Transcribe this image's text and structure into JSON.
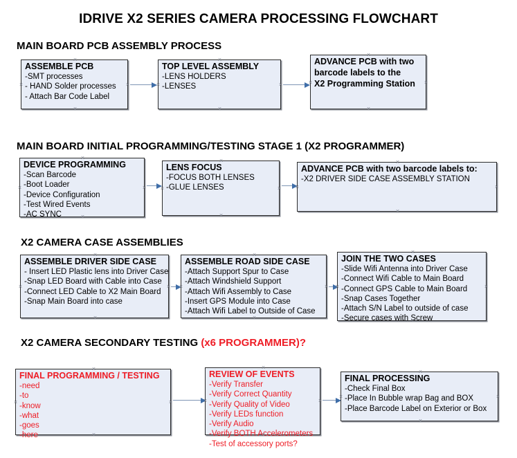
{
  "document": {
    "title": "IDRIVE X2  SERIES CAMERA PROCESSING FLOWCHART",
    "accent_color": "#ee1c25",
    "node_fill": "#e8edf7",
    "node_border": "#2b2b2b",
    "connector_color": "#7e95b4"
  },
  "sections": [
    {
      "header": "MAIN BOARD PCB ASSEMBLY PROCESS",
      "header_accent": "",
      "nodes": [
        {
          "title": "ASSEMBLE PCB",
          "lines": [
            "-SMT processes",
            "- HAND Solder processes",
            "- Attach Bar Code Label"
          ]
        },
        {
          "title": "TOP LEVEL ASSEMBLY",
          "lines": [
            "-LENS HOLDERS",
            "-LENSES"
          ]
        },
        {
          "title": "ADVANCE PCB with two",
          "lines": [
            "barcode labels to the",
            " X2 Programming Station"
          ]
        }
      ]
    },
    {
      "header": "MAIN BOARD INITIAL PROGRAMMING/TESTING STAGE 1 (X2 PROGRAMMER)",
      "header_accent": "",
      "nodes": [
        {
          "title": "DEVICE PROGRAMMING",
          "lines": [
            "-Scan Barcode",
            "-Boot Loader",
            "-Device Configuration",
            "-Test Wired Events",
            "-AC SYNC"
          ]
        },
        {
          "title": "LENS FOCUS",
          "lines": [
            "-FOCUS BOTH LENSES",
            "-GLUE LENSES"
          ]
        },
        {
          "title": "ADVANCE PCB with two barcode labels to:",
          "lines": [
            "-X2 DRIVER  SIDE  CASE  ASSEMBLY STATION"
          ]
        }
      ]
    },
    {
      "header": "X2 CAMERA CASE ASSEMBLIES",
      "header_accent": "",
      "nodes": [
        {
          "title": "ASSEMBLE DRIVER SIDE CASE",
          "lines": [
            "- Insert LED Plastic lens into Driver Case",
            "-Snap LED Board with Cable into Case",
            "-Connect LED Cable to X2 Main Board",
            "-Snap Main Board into case"
          ]
        },
        {
          "title": "ASSEMBLE ROAD SIDE CASE",
          "lines": [
            "-Attach Support Spur to Case",
            "-Attach Windshield Support",
            "-Attach Wifi Assembly to Case",
            "-Insert GPS Module into Case",
            "-Attach Wifi Label to Outside of Case"
          ]
        },
        {
          "title": "JOIN THE TWO CASES",
          "lines": [
            "-Slide Wifi Antenna into Driver Case",
            "-Connect Wifi Cable to Main Board",
            "-Connect GPS Cable to Main Board",
            "-Snap Cases Together",
            "-Attach S/N Label to outside of case",
            "-Secure cases with Screw"
          ]
        }
      ]
    },
    {
      "header": "X2 CAMERA SECONDARY TESTING ",
      "header_accent": "(x6 PROGRAMMER)?",
      "nodes": [
        {
          "title": "FINAL PROGRAMMING / TESTING",
          "lines": [
            "-need",
            "-to",
            "-know",
            "-what",
            "-goes",
            "-here"
          ]
        },
        {
          "title": "REVIEW OF EVENTS",
          "lines": [
            "-Verify Transfer",
            "-Verify Correct Quantity",
            "-Verify Quality of Video",
            "-Verify LEDs function",
            "-Verify Audio",
            "-Verify BOTH Accelerometers",
            "-Test of accessory ports?"
          ]
        },
        {
          "title": "FINAL PROCESSING",
          "lines": [
            " -Check Final Box",
            "-Place In Bubble wrap Bag and BOX",
            "-Place Barcode Label on Exterior or Box"
          ]
        }
      ]
    }
  ]
}
